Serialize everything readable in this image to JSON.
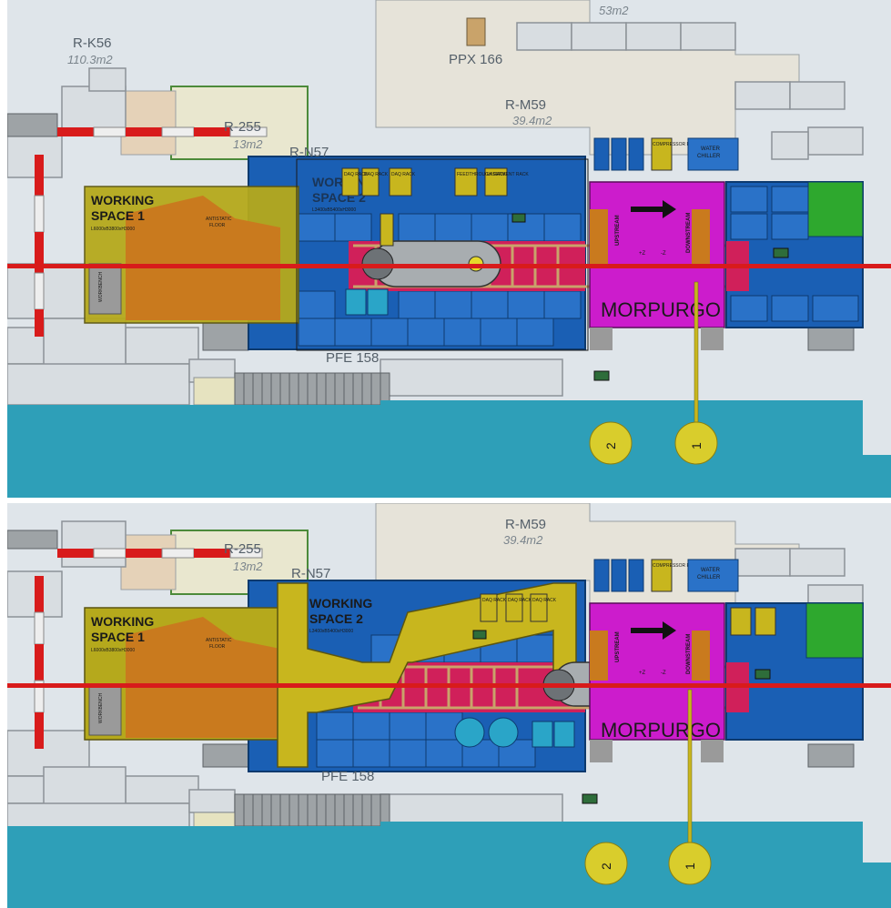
{
  "colors": {
    "floor": "#d8dee3",
    "wall": "#a9aeb3",
    "sea": "#2e9fb8",
    "blue_module": "#1a5fb4",
    "yellow": "#c8b61e",
    "orange": "#c97a1e",
    "magenta": "#cc1ccc",
    "red_beam": "#d81b1b",
    "green": "#2ea82e",
    "beige": "#e7e1cc",
    "cream": "#e8e8c8"
  },
  "top": {
    "room_labels": {
      "r_k56": "R-K56",
      "r_k56_area": "110.3m2",
      "ppx166": "PPX 166",
      "r_m59": "R-M59",
      "r_m59_area": "39.4m2",
      "r_255": "R-255",
      "r_255_area": "13m2",
      "r_n57": "R-N57",
      "pfe158": "PFE 158",
      "top_area": "53m2"
    },
    "working_space_1": "WORKING\nSPACE 1",
    "ws1_line1": "WORKING",
    "ws1_line2": "SPACE 1",
    "ws1_dims": "L6000xB3800xH3000",
    "ws2_line1": "WORKING",
    "ws2_line2": "SPACE 2",
    "ws2_dims": "L3400xB5400xH3000",
    "antistatic_line1": "ANTISTATIC",
    "antistatic_line2": "FLOOR",
    "workbench": "WORKBENCH",
    "daq_rack": "DAQ RACK",
    "daq_rack_2": "DAQ RACK",
    "daq_rack_3": "DAQ RACK",
    "feedthrough_rack": "FEEDTHROUGH RACK",
    "laser_rack": "LASERMENT RACK",
    "compressor_rack": "COMPRESSOR RACK",
    "water_chiller_line1": "WATER",
    "water_chiller_line2": "CHILLER",
    "upstream": "UPSTREAM",
    "downstream": "DOWNSTREAM",
    "plus_z": "+Z",
    "minus_z": "-Z",
    "morpurgo": "MORPURGO",
    "marker_1": "1",
    "marker_2": "2"
  },
  "bottom": {
    "room_labels": {
      "r_m59": "R-M59",
      "r_m59_area": "39.4m2",
      "r_255": "R-255",
      "r_255_area": "13m2",
      "r_n57": "R-N57",
      "pfe158": "PFE 158"
    },
    "ws1_line1": "WORKING",
    "ws1_line2": "SPACE 1",
    "ws1_dims": "L6000xB3800xH3000",
    "ws2_line1": "WORKING",
    "ws2_line2": "SPACE 2",
    "ws2_dims": "L3400xB5400xH3000",
    "antistatic_line1": "ANTISTATIC",
    "antistatic_line2": "FLOOR",
    "workbench": "WORKBENCH",
    "daq_rack": "DAQ RACK",
    "daq_rack_2": "DAQ RACK",
    "daq_rack_3": "DAQ RACK",
    "water_chiller_line1": "WATER",
    "water_chiller_line2": "CHILLER",
    "compressor_rack": "COMPRESSOR RACK",
    "upstream": "UPSTREAM",
    "downstream": "DOWNSTREAM",
    "plus_z": "+Z",
    "minus_z": "-Z",
    "morpurgo": "MORPURGO",
    "marker_1": "1",
    "marker_2": "2"
  }
}
